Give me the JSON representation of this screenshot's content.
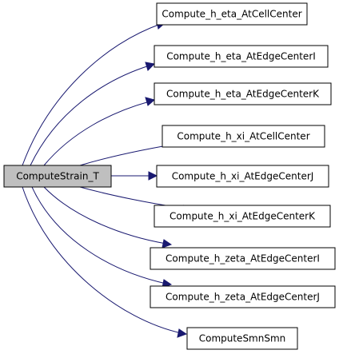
{
  "graph": {
    "root": {
      "label": "ComputeStrain_T"
    },
    "callees": [
      {
        "label": "Compute_h_eta_AtCellCenter"
      },
      {
        "label": "Compute_h_eta_AtEdgeCenterI"
      },
      {
        "label": "Compute_h_eta_AtEdgeCenterK"
      },
      {
        "label": "Compute_h_xi_AtCellCenter"
      },
      {
        "label": "Compute_h_xi_AtEdgeCenterJ"
      },
      {
        "label": "Compute_h_xi_AtEdgeCenterK"
      },
      {
        "label": "Compute_h_zeta_AtEdgeCenterI"
      },
      {
        "label": "Compute_h_zeta_AtEdgeCenterJ"
      },
      {
        "label": "ComputeSmnSmn"
      }
    ],
    "colors": {
      "edge": "#191970",
      "root_fill": "#bfbfbf",
      "node_fill": "#ffffff",
      "node_border": "#000000"
    }
  }
}
